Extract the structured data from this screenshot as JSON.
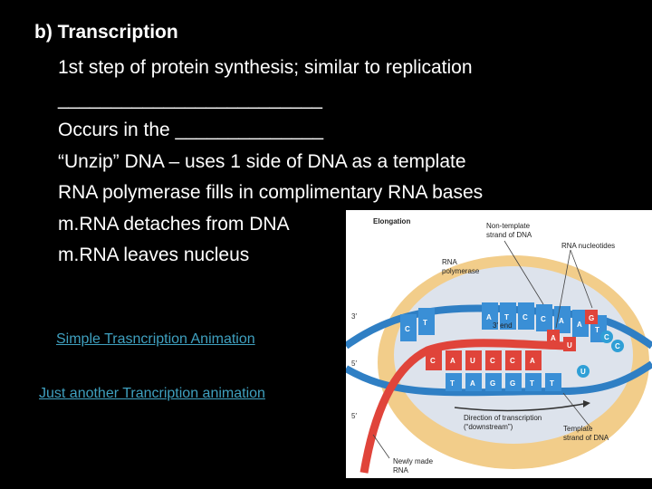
{
  "slide": {
    "heading": "b) Transcription",
    "bullets": [
      "1st step of protein synthesis; similar to replication",
      "_________________________",
      "Occurs in the ______________",
      "“Unzip” DNA – uses 1 side of DNA as a template",
      "RNA polymerase fills in complimentary RNA bases",
      "m.RNA detaches from DNA",
      "m.RNA leaves nucleus"
    ],
    "links": [
      "Simple Trasncription Animation",
      "Just another Trancription animation"
    ]
  },
  "figure": {
    "title": "Elongation",
    "labels": {
      "non_template": [
        "Non-template",
        "strand of DNA"
      ],
      "rna_nucleotides": "RNA nucleotides",
      "rna_polymerase": [
        "RNA",
        "polymerase"
      ],
      "three_end": "3′ end",
      "direction": [
        "Direction of transcription",
        "(“downstream”)"
      ],
      "template": [
        "Template",
        "strand of DNA"
      ],
      "newly_made": [
        "Newly made",
        "RNA"
      ],
      "end_3_top": "3′",
      "end_5_mid": "5′",
      "end_5_low": "5′"
    },
    "bases": {
      "top": [
        "C",
        "T",
        "A",
        "T",
        "C",
        "C",
        "A",
        "A",
        "T"
      ],
      "red": [
        "C",
        "A",
        "U",
        "C",
        "C",
        "A"
      ],
      "bottom": [
        "T",
        "A",
        "G",
        "G",
        "T",
        "T"
      ],
      "loose": [
        "A",
        "U",
        "G",
        "C",
        "C",
        "U"
      ]
    },
    "colors": {
      "dna_blue": "#2f7fc4",
      "rna_red": "#e0443a",
      "membrane": "#f2cd8a",
      "polymerase": "#dde3ec"
    }
  }
}
